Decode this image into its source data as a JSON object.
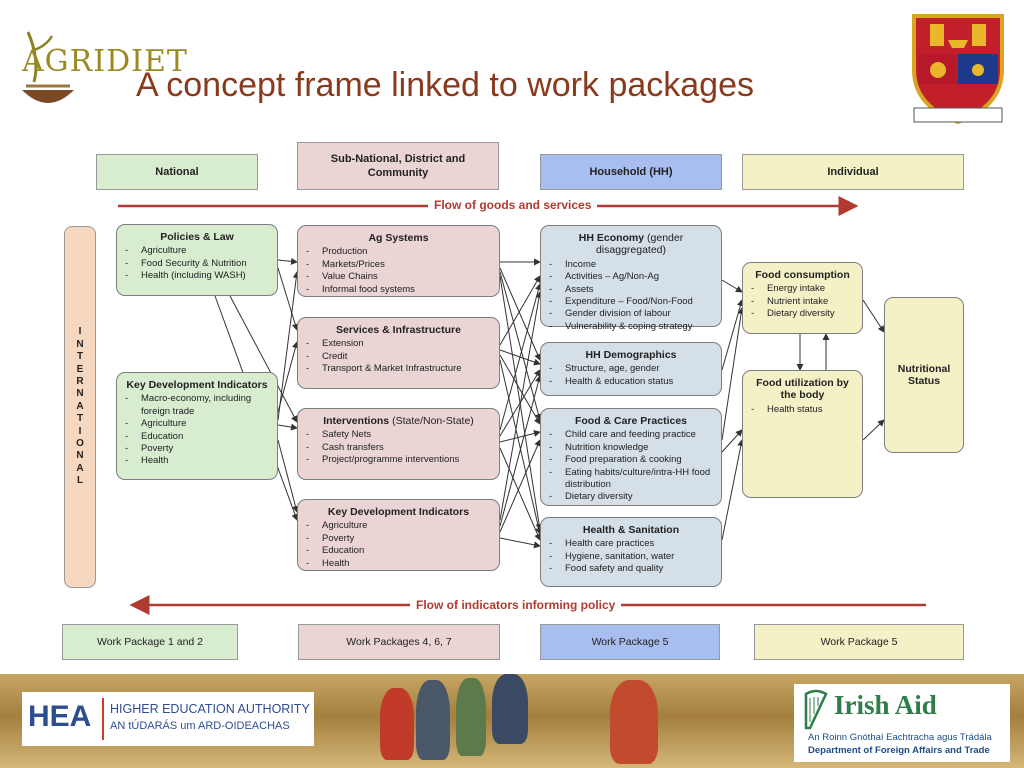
{
  "header": {
    "logo_text": "AGRIDIET",
    "title": "A concept frame linked to work packages"
  },
  "levels": {
    "national": "National",
    "subnational": "Sub-National, District and Community",
    "household": "Household (HH)",
    "individual": "Individual"
  },
  "flows": {
    "goods": "Flow of goods and services",
    "indicators": "Flow of indicators informing policy"
  },
  "international_label": [
    "I",
    "N",
    "T",
    "E",
    "R",
    "N",
    "A",
    "T",
    "I",
    "O",
    "N",
    "A",
    "L"
  ],
  "boxes": {
    "policies": {
      "title": "Policies & Law",
      "items": [
        "Agriculture",
        "Food Security & Nutrition",
        "Health (including WASH)"
      ]
    },
    "kdi_national": {
      "title": "Key Development Indicators",
      "items": [
        "Macro-economy, including foreign trade",
        "Agriculture",
        "Education",
        "Poverty",
        "Health"
      ]
    },
    "ag_systems": {
      "title": "Ag Systems",
      "items": [
        "Production",
        "Markets/Prices",
        "Value Chains",
        "Informal food systems"
      ]
    },
    "services": {
      "title": "Services & Infrastructure",
      "items": [
        "Extension",
        "Credit",
        "Transport & Market Infrastructure"
      ]
    },
    "interventions": {
      "title": "Interventions",
      "subtitle": "(State/Non-State)",
      "items": [
        "Safety Nets",
        "Cash transfers",
        "Project/programme interventions"
      ]
    },
    "kdi_sub": {
      "title": "Key Development Indicators",
      "items": [
        "Agriculture",
        "Poverty",
        "Education",
        "Health"
      ]
    },
    "hh_economy": {
      "title": "HH Economy",
      "subtitle": "(gender disaggregated)",
      "items": [
        "Income",
        "Activities – Ag/Non-Ag",
        "Assets",
        "Expenditure – Food/Non-Food",
        "Gender division of labour",
        "Vulnerability & coping strategy"
      ]
    },
    "hh_demographics": {
      "title": "HH Demographics",
      "items": [
        "Structure, age, gender",
        "Health & education status"
      ]
    },
    "food_care": {
      "title": "Food & Care Practices",
      "items": [
        "Child care and feeding practice",
        "Nutrition knowledge",
        "Food preparation  & cooking",
        "Eating habits/culture/intra-HH food distribution",
        "Dietary diversity"
      ]
    },
    "health_sanitation": {
      "title": "Health & Sanitation",
      "items": [
        "Health care practices",
        "Hygiene, sanitation, water",
        "Food safety and quality"
      ]
    },
    "food_consumption": {
      "title": "Food consumption",
      "items": [
        "Energy intake",
        "Nutrient intake",
        "Dietary diversity"
      ]
    },
    "food_utilization": {
      "title": "Food utilization by the body",
      "items": [
        "Health status"
      ]
    },
    "nutritional_status": {
      "title": "Nutritional Status"
    }
  },
  "work_packages": {
    "wp1": "Work Package 1 and 2",
    "wp2": "Work Packages 4, 6, 7",
    "wp3": "Work Package 5",
    "wp4": "Work Package 5"
  },
  "footer": {
    "hea_abbr": "HEA",
    "hea_name": "HIGHER EDUCATION AUTHORITY",
    "hea_irish": "AN tÚDARÁS um ARD-OIDEACHAS",
    "irish_aid": "Irish Aid",
    "dfa_irish": "An Roinn Gnóthaí Eachtracha agus Trádála",
    "dfa_english": "Department of Foreign Affairs and Trade"
  },
  "colors": {
    "green": "#d8ecd0",
    "pink": "#ead4d4",
    "blue": "#d4dfe7",
    "yellow": "#f3f1c5",
    "flow_red": "#b03a30",
    "title_brown": "#8a3a1c"
  }
}
